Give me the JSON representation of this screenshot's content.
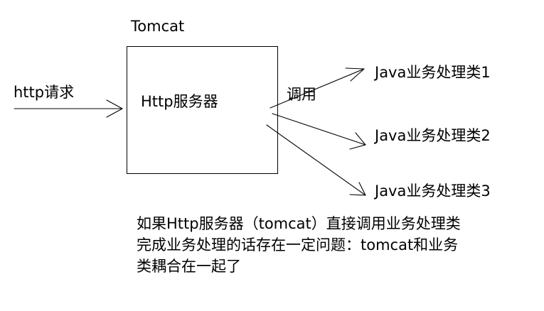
{
  "diagram": {
    "title": "Tomcat",
    "request_label": "http请求",
    "server_label": "Http服务器",
    "invoke_label": "调用",
    "business_classes": [
      "Java业务处理类1",
      "Java业务处理类2",
      "Java业务处理类3"
    ],
    "note_lines": [
      "如果Http服务器（tomcat）直接调用业务处理类",
      "完成业务处理的话存在一定问题：tomcat和业务",
      "类耦合在一起了"
    ]
  },
  "colors": {
    "stroke": "#000000",
    "background": "#ffffff"
  }
}
